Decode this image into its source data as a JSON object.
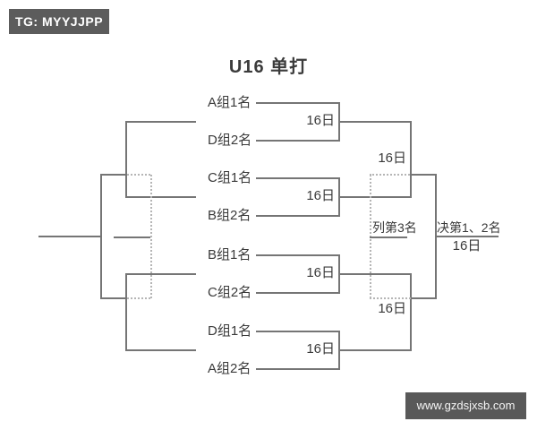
{
  "badge": {
    "text": "TG: MYYJJPP"
  },
  "title": "U16 单打",
  "bracket": {
    "entries": [
      {
        "label": "A组1名"
      },
      {
        "label": "D组2名"
      },
      {
        "label": "C组1名"
      },
      {
        "label": "B组2名"
      },
      {
        "label": "B组1名"
      },
      {
        "label": "C组2名"
      },
      {
        "label": "D组1名"
      },
      {
        "label": "A组2名"
      }
    ],
    "round1_matches": [
      {
        "date": "16日"
      },
      {
        "date": "16日"
      },
      {
        "date": "16日"
      },
      {
        "date": "16日"
      }
    ],
    "semifinals": [
      {
        "date": "16日"
      },
      {
        "date": "16日"
      }
    ],
    "third_place": {
      "label": "列第3名"
    },
    "final": {
      "label": "决第1、2名",
      "date": "16日"
    }
  },
  "watermark": {
    "text": "www.gzdsjxsb.com"
  },
  "colors": {
    "line": "#757575",
    "dotted_line": "#b5b5b5",
    "text": "#3a3a3a",
    "badge_bg": "#5c5c5c",
    "badge_text": "#ffffff",
    "background": "#ffffff"
  }
}
